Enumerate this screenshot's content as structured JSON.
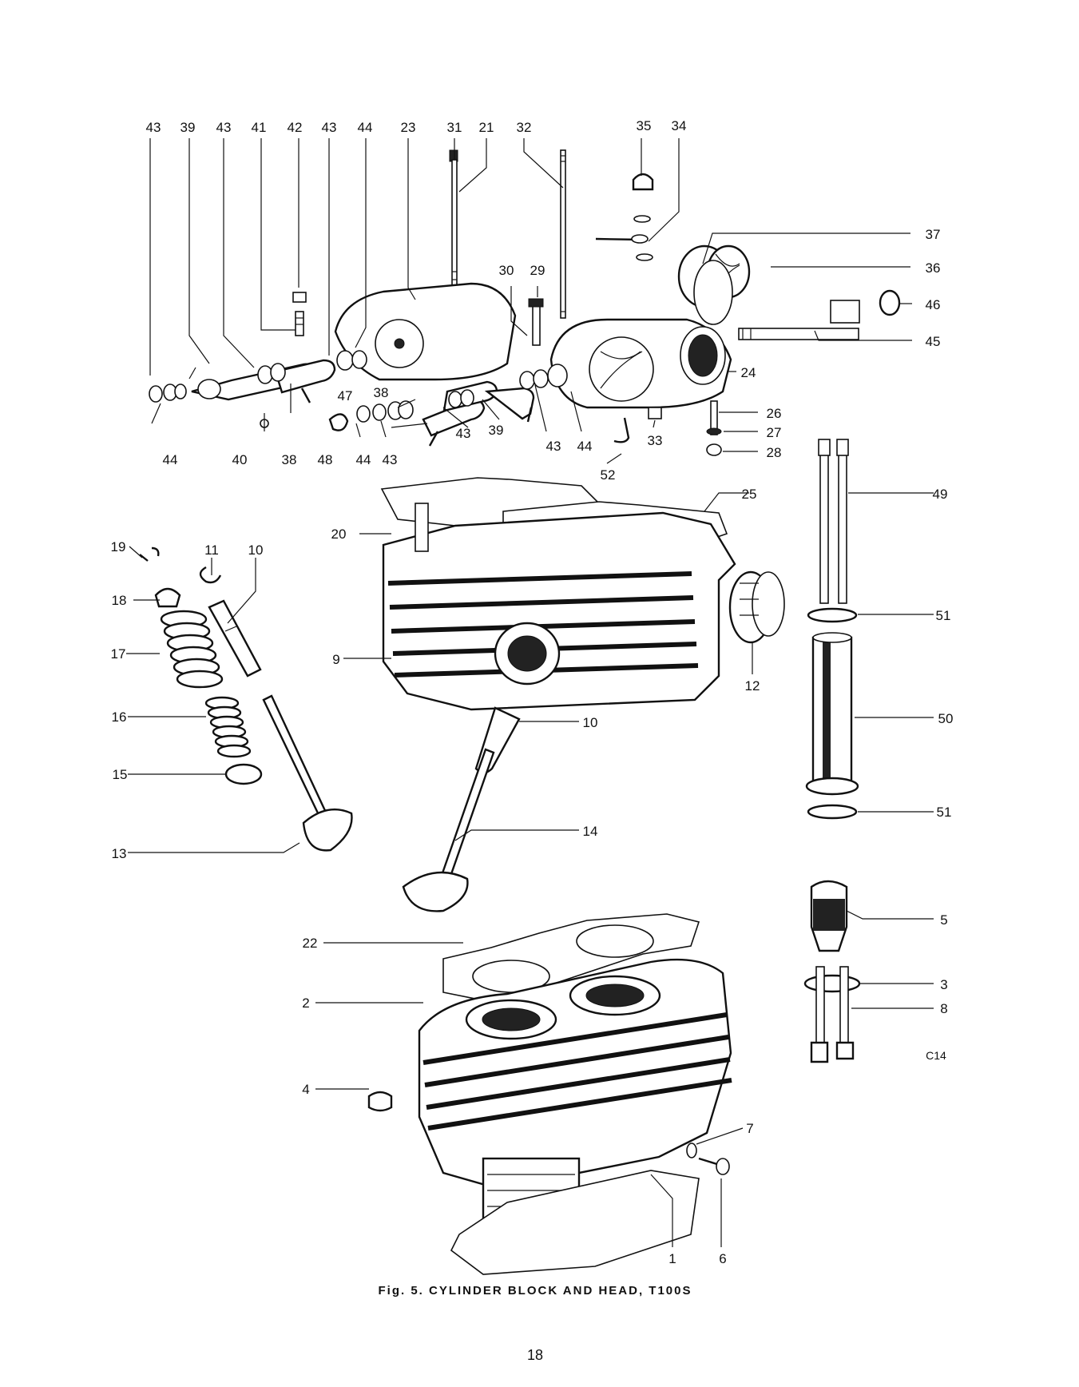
{
  "figure": {
    "caption": "Fig. 5.  CYLINDER BLOCK AND HEAD, T100S",
    "page_number": "18",
    "code": "C14"
  },
  "labels": [
    "43",
    "39",
    "43",
    "41",
    "42",
    "43",
    "44",
    "23",
    "31",
    "21",
    "32",
    "35",
    "34",
    "37",
    "36",
    "46",
    "45",
    "24",
    "30",
    "29",
    "47",
    "38",
    "43",
    "39",
    "43",
    "44",
    "33",
    "26",
    "27",
    "28",
    "44",
    "40",
    "38",
    "48",
    "44",
    "43",
    "52",
    "25",
    "49",
    "20",
    "19",
    "11",
    "10",
    "18",
    "51",
    "17",
    "9",
    "12",
    "16",
    "10",
    "50",
    "15",
    "14",
    "51",
    "13",
    "22",
    "5",
    "2",
    "3",
    "8",
    "4",
    "7",
    "1",
    "6"
  ]
}
